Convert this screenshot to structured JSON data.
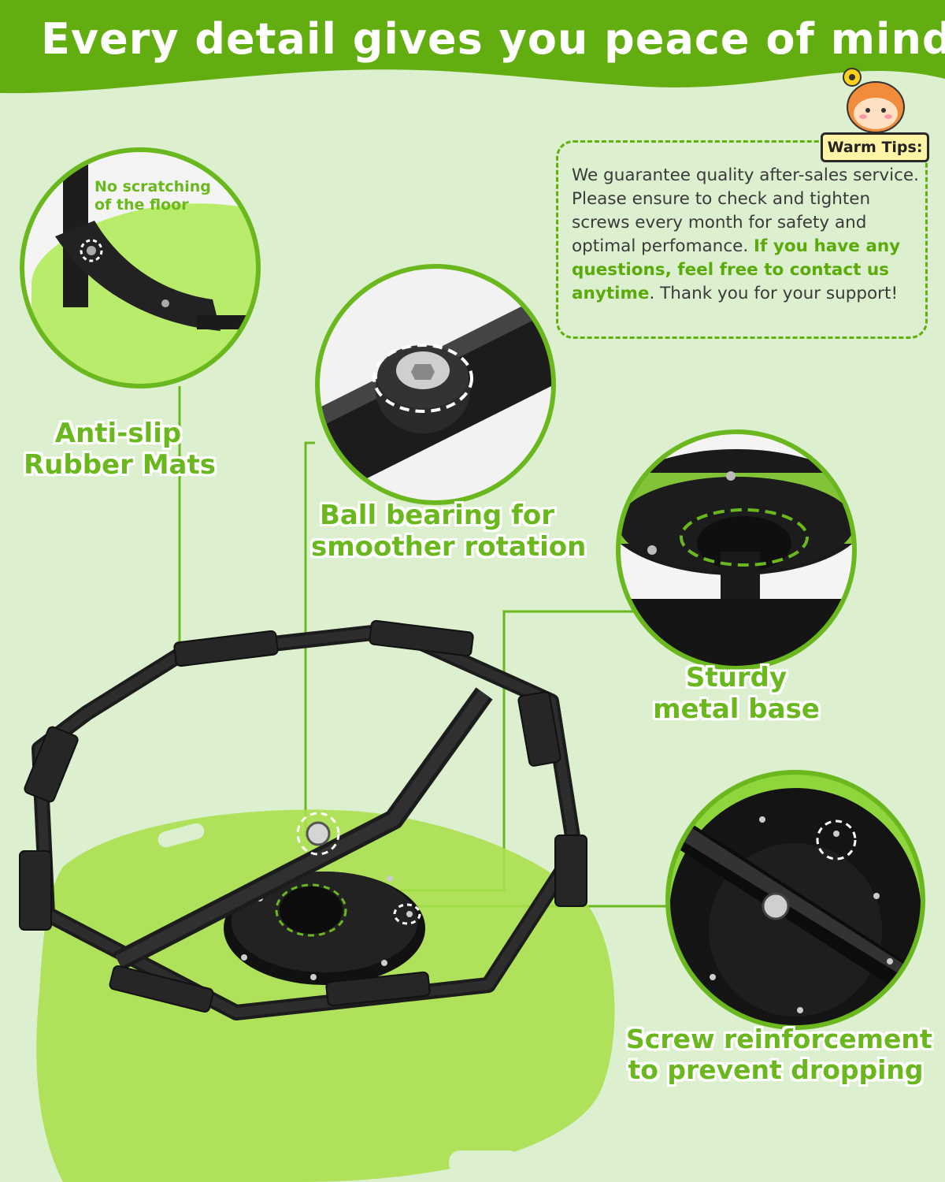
{
  "header": {
    "title": "Every detail gives you peace of mind"
  },
  "tips": {
    "badge": "Warm Tips:",
    "text_before": "We guarantee quality after-sales service. Please ensure to check and tighten screws every month for safety and optimal perfomance.",
    "highlight": "If you have any questions, feel free to contact us anytime",
    "text_after": ". Thank you for your support!"
  },
  "callouts": {
    "floor_note": "No scratching of the floor",
    "anti_slip_line1": "Anti-slip",
    "anti_slip_line2": "Rubber Mats",
    "bearing_line1": "Ball bearing for",
    "bearing_line2": "smoother rotation",
    "base_line1": "Sturdy",
    "base_line2": "metal base",
    "screw_line1": "Screw reinforcement",
    "screw_line2": "to prevent dropping"
  },
  "colors": {
    "brand_green": "#6ab81e",
    "background": "#dcefcf",
    "frame_black": "#1c1c1c",
    "disc_green": "#a8e04a"
  }
}
